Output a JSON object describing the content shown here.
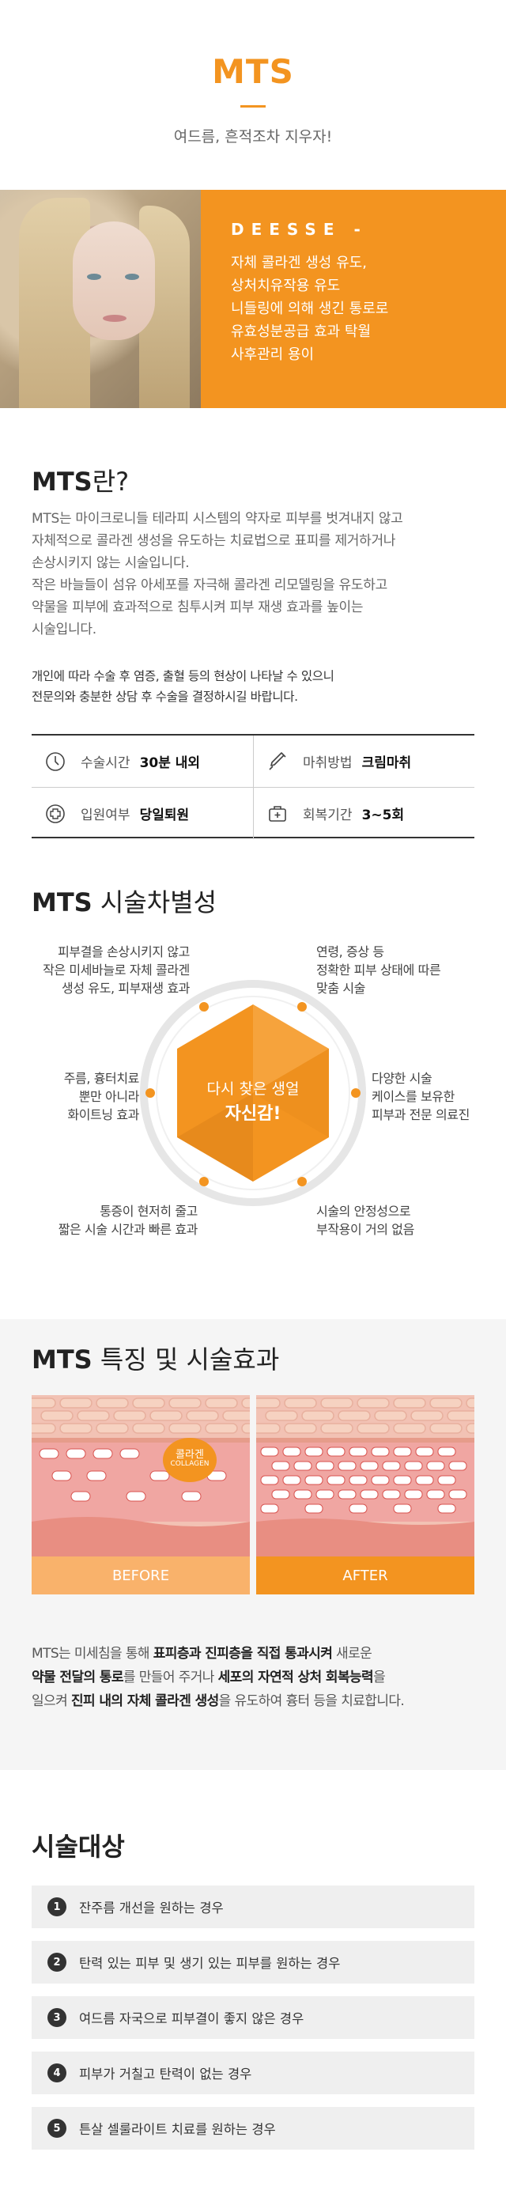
{
  "header": {
    "title": "MTS",
    "subtitle": "여드름, 흔적조차 지우자!"
  },
  "banner": {
    "brand": "DEESSE -",
    "lines": [
      "자체 콜라겐 생성 유도,",
      "상처치유작용 유도",
      "니들링에 의해 생긴 통로로",
      "유효성분공급 효과 탁월",
      "사후관리 용이"
    ]
  },
  "about": {
    "heading_bold": "MTS",
    "heading_light": "란?",
    "para1": [
      "MTS는 마이크로니들 테라피 시스템의 약자로 피부를 벗겨내지 않고",
      "자체적으로 콜라겐 생성을 유도하는 치료법으로 표피를 제거하거나",
      "손상시키지 않는 시술입니다.",
      "작은 바늘들이 섬유 아세포를 자극해 콜라겐 리모델링을 유도하고",
      "약물을 피부에 효과적으로 침투시켜 피부 재생 효과를 높이는",
      "시술입니다."
    ],
    "note": [
      "개인에 따라 수술 후 염증, 출혈 등의 현상이 나타날 수 있으니",
      "전문의와 충분한 상담 후 수술을 결정하시길 바랍니다."
    ],
    "info": [
      {
        "icon": "clock-icon",
        "label": "수술시간",
        "value": "30분 내외"
      },
      {
        "icon": "syringe-icon",
        "label": "마취방법",
        "value": "크림마취"
      },
      {
        "icon": "hospital-cross-icon",
        "label": "입원여부",
        "value": "당일퇴원"
      },
      {
        "icon": "first-aid-kit-icon",
        "label": "회복기간",
        "value": "3~5회"
      }
    ]
  },
  "difference": {
    "heading_bold": "MTS",
    "heading_light": " 시술차별성",
    "center_line1": "다시 찾은 생얼",
    "center_line2": "자신감!",
    "points": [
      [
        "피부결을 손상시키지 않고",
        "작은 미세바늘로 자체 콜라겐",
        "생성 유도, 피부재생 효과"
      ],
      [
        "연령, 증상 등",
        "정확한 피부 상태에 따른",
        "맞춤 시술"
      ],
      [
        "주름, 흉터치료",
        "뿐만 아니라",
        "화이트닝 효과"
      ],
      [
        "다양한 시술",
        "케이스를 보유한",
        "피부과 전문 의료진"
      ],
      [
        "통증이 현저히 줄고",
        "짧은 시술 시간과 빠른 효과"
      ],
      [
        "시술의 안정성으로",
        "부작용이 거의 없음"
      ]
    ]
  },
  "features": {
    "heading_bold": "MTS",
    "heading_light": " 특징 및 시술효과",
    "before_label": "BEFORE",
    "after_label": "AFTER",
    "collagen_ko": "콜라겐",
    "collagen_en": "COLLAGEN",
    "para": {
      "p1": "MTS는 미세침을 통해 ",
      "b1": "표피층과 진피층을 직접 통과시켜",
      "p2": " 새로운",
      "b2": "약물 전달의 통로",
      "p3": "를 만들어 주거나 ",
      "b3": "세포의 자연적 상처 회복능력",
      "p4": "을",
      "p5": "일으켜 ",
      "b4": "진피 내의 자체 콜라겐 생성",
      "p6": "을 유도하여 흉터 등을 치료합니다."
    },
    "colors": {
      "accent": "#f39420",
      "before_bar": "#f9b26b"
    }
  },
  "targets": {
    "heading": "시술대상",
    "items": [
      {
        "num": "1",
        "text": "잔주름 개선을 원하는 경우"
      },
      {
        "num": "2",
        "text": "탄력 있는 피부 및 생기 있는 피부를 원하는 경우"
      },
      {
        "num": "3",
        "text": "여드름 자국으로 피부결이 좋지 않은 경우"
      },
      {
        "num": "4",
        "text": "피부가 거칠고 탄력이 없는 경우"
      },
      {
        "num": "5",
        "text": "튼살 셀룰라이트 치료를 원하는 경우"
      }
    ]
  }
}
